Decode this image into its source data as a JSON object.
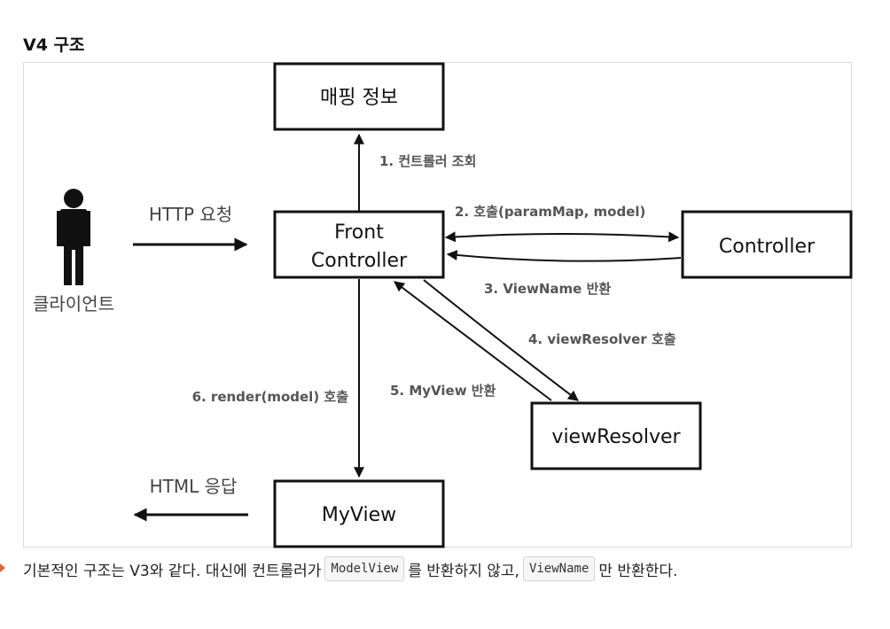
{
  "title": "V4 구조",
  "nodes": {
    "mapping": "매핑 정보",
    "front_line1": "Front",
    "front_line2": "Controller",
    "controller": "Controller",
    "view_resolver": "viewResolver",
    "my_view": "MyView",
    "client": "클라이언트"
  },
  "edges": {
    "lookup": "1. 컨트롤러 조회",
    "call": "2. 호출(paramMap, model)",
    "return_view_name": "3. ViewName 반환",
    "call_resolver": "4. viewResolver 호출",
    "return_my_view": "5. MyView 반환",
    "render": "6. render(model) 호출",
    "http_request": "HTTP 요청",
    "html_response": "HTML 응답"
  },
  "footer": {
    "part1": "기본적인 구조는 V3와 같다. 대신에 컨트롤러가",
    "code1": "ModelView",
    "part2": "를 반환하지 않고,",
    "code2": "ViewName",
    "part3": "만 반환한다."
  },
  "colors": {
    "accent_bullet": "#e8603c",
    "edge_label": "#555555",
    "frame_border": "#d9d9d9"
  }
}
